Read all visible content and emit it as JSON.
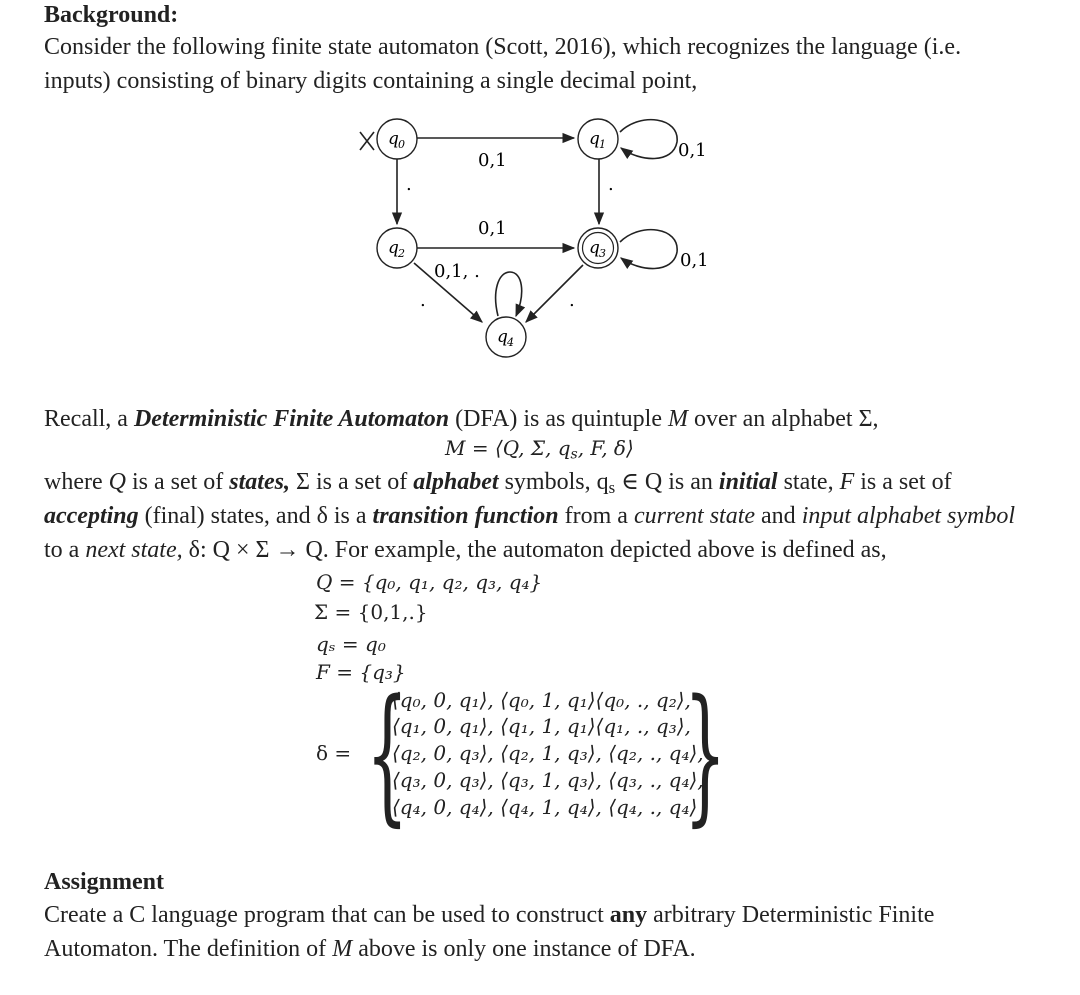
{
  "background": {
    "heading": "Background:",
    "line1": "Consider the following finite state automaton (Scott, 2016), which recognizes the language (i.e.",
    "line2": "inputs) consisting of binary digits containing a single decimal point,"
  },
  "diagram": {
    "states": [
      {
        "id": "q0",
        "label": "q",
        "sub": "0"
      },
      {
        "id": "q1",
        "label": "q",
        "sub": "1"
      },
      {
        "id": "q2",
        "label": "q",
        "sub": "2"
      },
      {
        "id": "q3",
        "label": "q",
        "sub": "3"
      },
      {
        "id": "q4",
        "label": "q",
        "sub": "4"
      }
    ],
    "edge_labels": {
      "q0_q1": "0,1",
      "q1_self": "0,1",
      "q0_q2": ".",
      "q1_q3": ".",
      "q2_q3": "0,1",
      "q3_self": "0,1",
      "q4_self": "0,1, .",
      "q2_q4": ".",
      "q3_q4": "."
    }
  },
  "recall": {
    "p1_a": "Recall, a ",
    "p1_b": "Deterministic Finite Automaton",
    "p1_c": " (DFA) is as quintuple ",
    "p1_d": "M",
    "p1_e": " over an alphabet Σ,",
    "m_def": "M = ⟨Q, Σ, q",
    "m_def_sub": "s",
    "m_def_end": ", F, δ⟩"
  },
  "where": {
    "l1_a": "where ",
    "l1_b": "Q",
    "l1_c": " is a set of ",
    "l1_d": "states,",
    "l1_e": " Σ is a set of ",
    "l1_f": "alphabet",
    "l1_g": " symbols, q",
    "l1_g_sub": "s",
    "l1_h": " ∈ Q is an ",
    "l1_i": "initial",
    "l1_j": " state, ",
    "l1_k": "F",
    "l1_l": " is a set of",
    "l2_a": "accepting",
    "l2_b": " (final) states, and δ is a ",
    "l2_c": "transition function",
    "l2_d": " from a ",
    "l2_e": "current state",
    "l2_f": " and ",
    "l2_g": "input alphabet symbol",
    "l3_a": "to a ",
    "l3_b": "next state,",
    "l3_c": " δ: Q × Σ → Q. For example, the automaton depicted above is defined as,"
  },
  "definition": {
    "Q": "Q = {q₀, q₁, q₂, q₃, q₄}",
    "Sigma": "Σ = {0,1,.}",
    "qs": "qₛ = q₀",
    "F": "F = {q₃}",
    "delta_label": "δ =",
    "delta_rows": [
      "⟨q₀, 0, q₁⟩, ⟨q₀, 1, q₁⟩⟨q₀, ., q₂⟩,",
      "⟨q₁, 0, q₁⟩, ⟨q₁, 1, q₁⟩⟨q₁, ., q₃⟩,",
      "⟨q₂, 0, q₃⟩, ⟨q₂, 1, q₃⟩, ⟨q₂, ., q₄⟩,",
      "⟨q₃, 0, q₃⟩, ⟨q₃, 1, q₃⟩, ⟨q₃, ., q₄⟩,",
      "⟨q₄, 0, q₄⟩, ⟨q₄, 1, q₄⟩, ⟨q₄, ., q₄⟩"
    ]
  },
  "assignment": {
    "heading": "Assignment",
    "l1_a": "Create a C language program that can be used to construct ",
    "l1_b": "any",
    "l1_c": " arbitrary Deterministic Finite",
    "l2_a": "Automaton. The definition of ",
    "l2_b": "M",
    "l2_c": " above is only one instance of DFA."
  }
}
